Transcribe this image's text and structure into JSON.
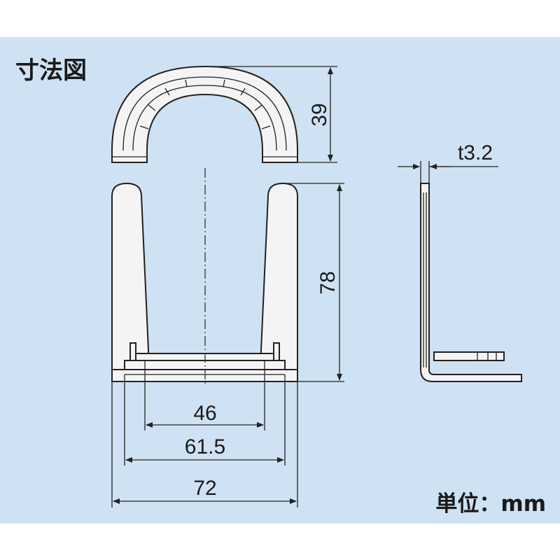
{
  "title": "寸法図",
  "unit_label": "単位：mm",
  "dimensions": {
    "arch_height": "39",
    "leg_height": "78",
    "inner_width": "46",
    "mid_width": "61.5",
    "outer_width": "72",
    "thickness": "t3.2"
  },
  "colors": {
    "panel": "#cfe2f3",
    "part_fill": "#f4f4f4",
    "line": "#222222"
  }
}
